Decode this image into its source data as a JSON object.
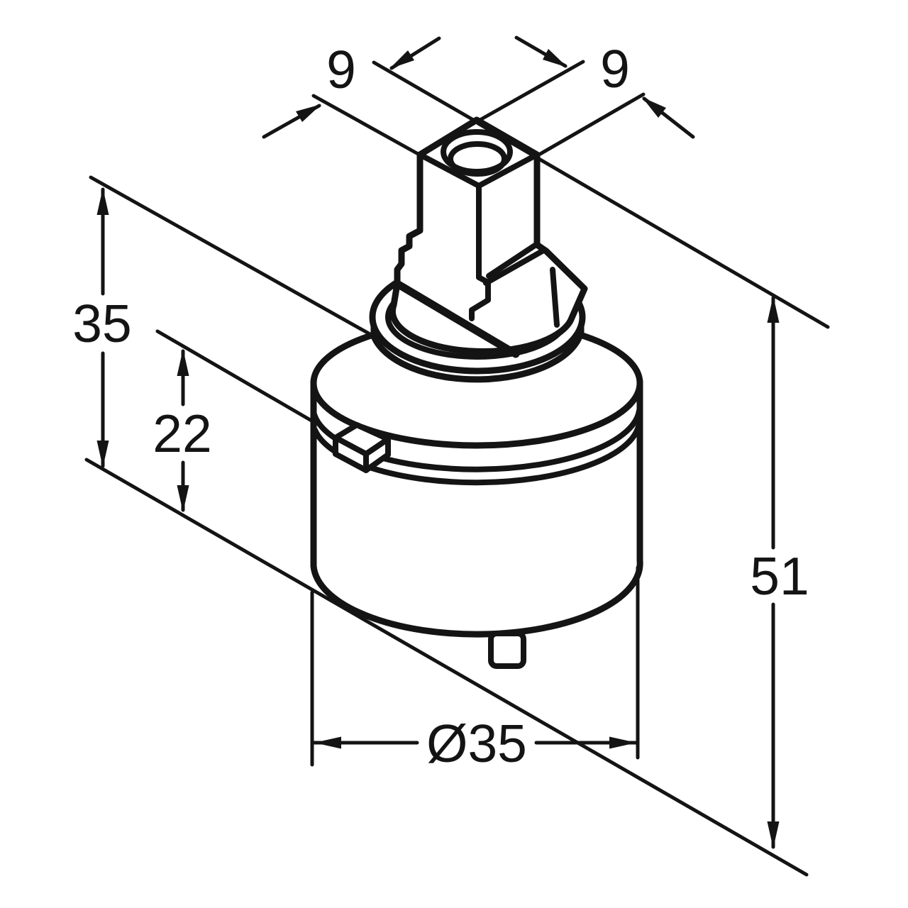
{
  "drawing": {
    "kind": "technical dimension drawing",
    "subject": "single-lever faucet cartridge, isometric view",
    "background_color": "#ffffff",
    "line_color": "#141414",
    "dimensions": {
      "stem_width": "9",
      "stem_depth": "9",
      "upper_height": "35",
      "body_height": "22",
      "total_height": "51",
      "body_diameter": "Ø35"
    }
  }
}
